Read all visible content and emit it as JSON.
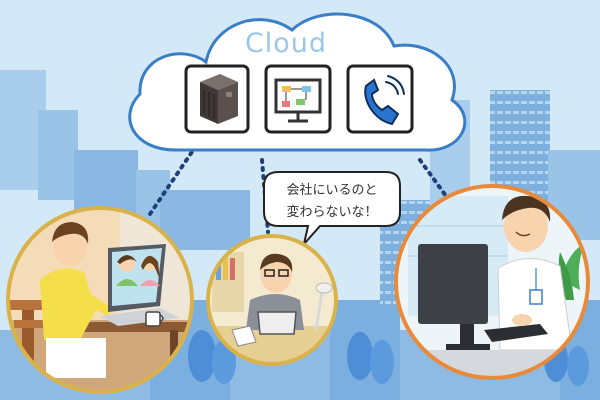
{
  "cloud": {
    "title": "Cloud",
    "tiles": [
      {
        "label": "",
        "icon": "server-icon"
      },
      {
        "label": "",
        "icon": "monitor-network-icon"
      },
      {
        "label": "",
        "icon": "telephone-icon"
      }
    ]
  },
  "speech_bubble": {
    "line1": "会社にいるのと",
    "line2": "変わらないな！"
  },
  "colors": {
    "sky": "#cfe6f7",
    "cloud_outline": "#3a7ec7",
    "phone_blue": "#2a74d0",
    "ring_gold": "#d9b24a",
    "ring_orange": "#e88a3a",
    "city_blue": "#8fbbe3"
  }
}
